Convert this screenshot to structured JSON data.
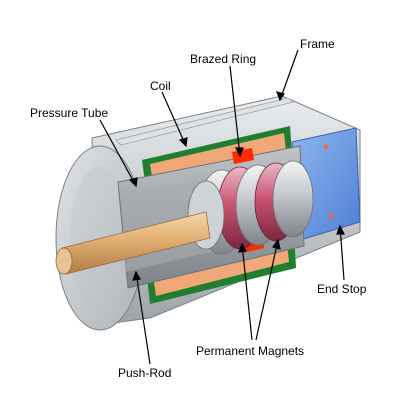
{
  "labels": {
    "frame": "Frame",
    "brazed_ring": "Brazed Ring",
    "coil": "Coil",
    "pressure_tube": "Pressure Tube",
    "end_stop": "End Stop",
    "permanent_magnets": "Permanent Magnets",
    "push_rod": "Push-Rod"
  },
  "colors": {
    "frame": "#c4c8cc",
    "frame_dark": "#8f9499",
    "coil": "#f0a878",
    "coil_border": "#1e7f2e",
    "end_stop": "#5b8fe0",
    "push_rod": "#e3b37a",
    "magnet_ring": "#c95472",
    "brazed_ring": "#ff2a00",
    "pressure_tube": "#9aa0a6"
  }
}
